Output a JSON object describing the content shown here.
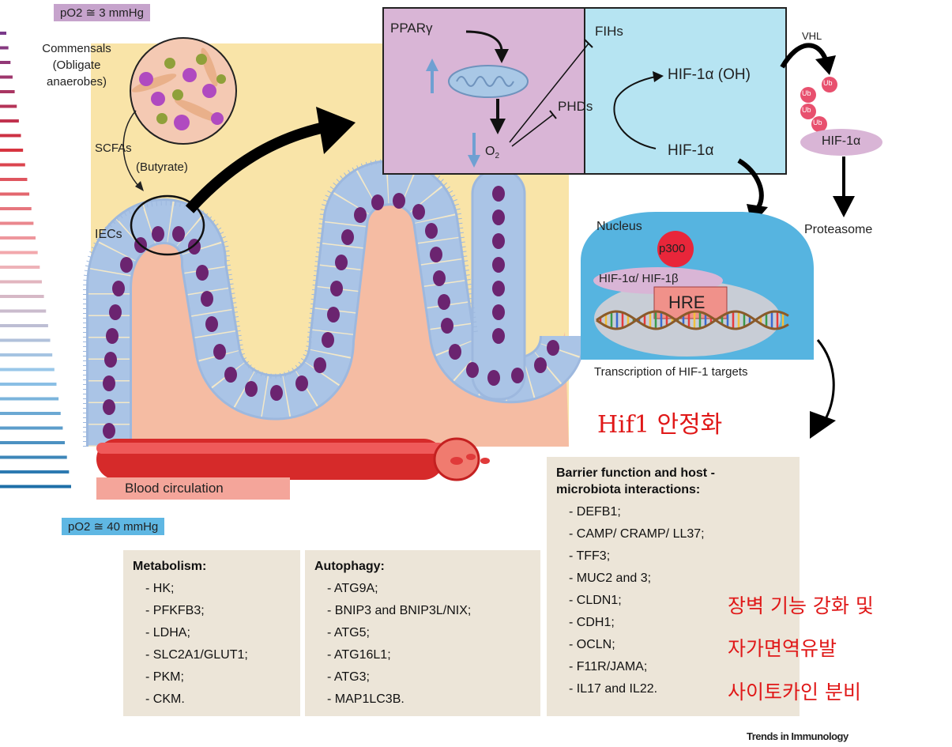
{
  "colors": {
    "hypoxic": "#7a3a8a",
    "normoxic": "#1e6fa8",
    "lumen_bg": "#f9e4a8",
    "tissue": "#f5bca3",
    "cell": "#aac4e6",
    "nucleus": "#6b2470",
    "cytoplasm_panel": "#d9b5d6",
    "hif_panel": "#b6e4f2",
    "nucleus_blue": "#56b4e0",
    "blood": "#e03030",
    "list_box": "#ece5d8",
    "korean_text": "#e01818"
  },
  "header": {
    "po2_low": "pO2 ≅ 3 mmHg",
    "po2_high": "pO2 ≅ 40 mmHg"
  },
  "lumen": {
    "commensals": "Commensals",
    "obligate": "(Obligate",
    "anaerobes": "anaerobes)",
    "scfas": "SCFAs",
    "butyrate": "(Butyrate)",
    "iecs": "IECs",
    "blood": "Blood circulation"
  },
  "pathway": {
    "ppar": "PPARγ",
    "o2": "O",
    "o2_sub": "2",
    "fihs": "FIHs",
    "phds": "PHDs",
    "hif_oh": "HIF-1α (OH)",
    "hif": "HIF-1α",
    "vhl": "VHL",
    "ub": "Ub",
    "hif_deg": "HIF-1α",
    "proteasome": "Proteasome",
    "nucleus": "Nucleus",
    "p300": "p300",
    "dimer": "HIF-1α/ HIF-1β",
    "hre": "HRE",
    "transcription": "Transcription of HIF-1 targets"
  },
  "metabolism": {
    "title": "Metabolism:",
    "items": [
      "- HK;",
      "- PFKFB3;",
      "- LDHA;",
      "- SLC2A1/GLUT1;",
      "- PKM;",
      "- CKM."
    ]
  },
  "autophagy": {
    "title": "Autophagy:",
    "items": [
      "- ATG9A;",
      "- BNIP3 and BNIP3L/NIX;",
      "- ATG5;",
      "- ATG16L1;",
      "- ATG3;",
      "- MAP1LC3B."
    ]
  },
  "barrier": {
    "title_line1": "Barrier function and host -",
    "title_line2": "microbiota interactions:",
    "items": [
      "- DEFB1;",
      "- CAMP/ CRAMP/ LL37;",
      "- TFF3;",
      "- MUC2 and 3;",
      "- CLDN1;",
      "- CDH1;",
      "- OCLN;",
      "- F11R/JAMA;",
      "- IL17 and IL22."
    ]
  },
  "annotations": {
    "hif_stab": "Hif1 안정화",
    "line1": "장벽 기능 강화 및",
    "line2": "자가면역유발",
    "line3": "사이토카인 분비"
  },
  "credit": "Trends in Immunology"
}
